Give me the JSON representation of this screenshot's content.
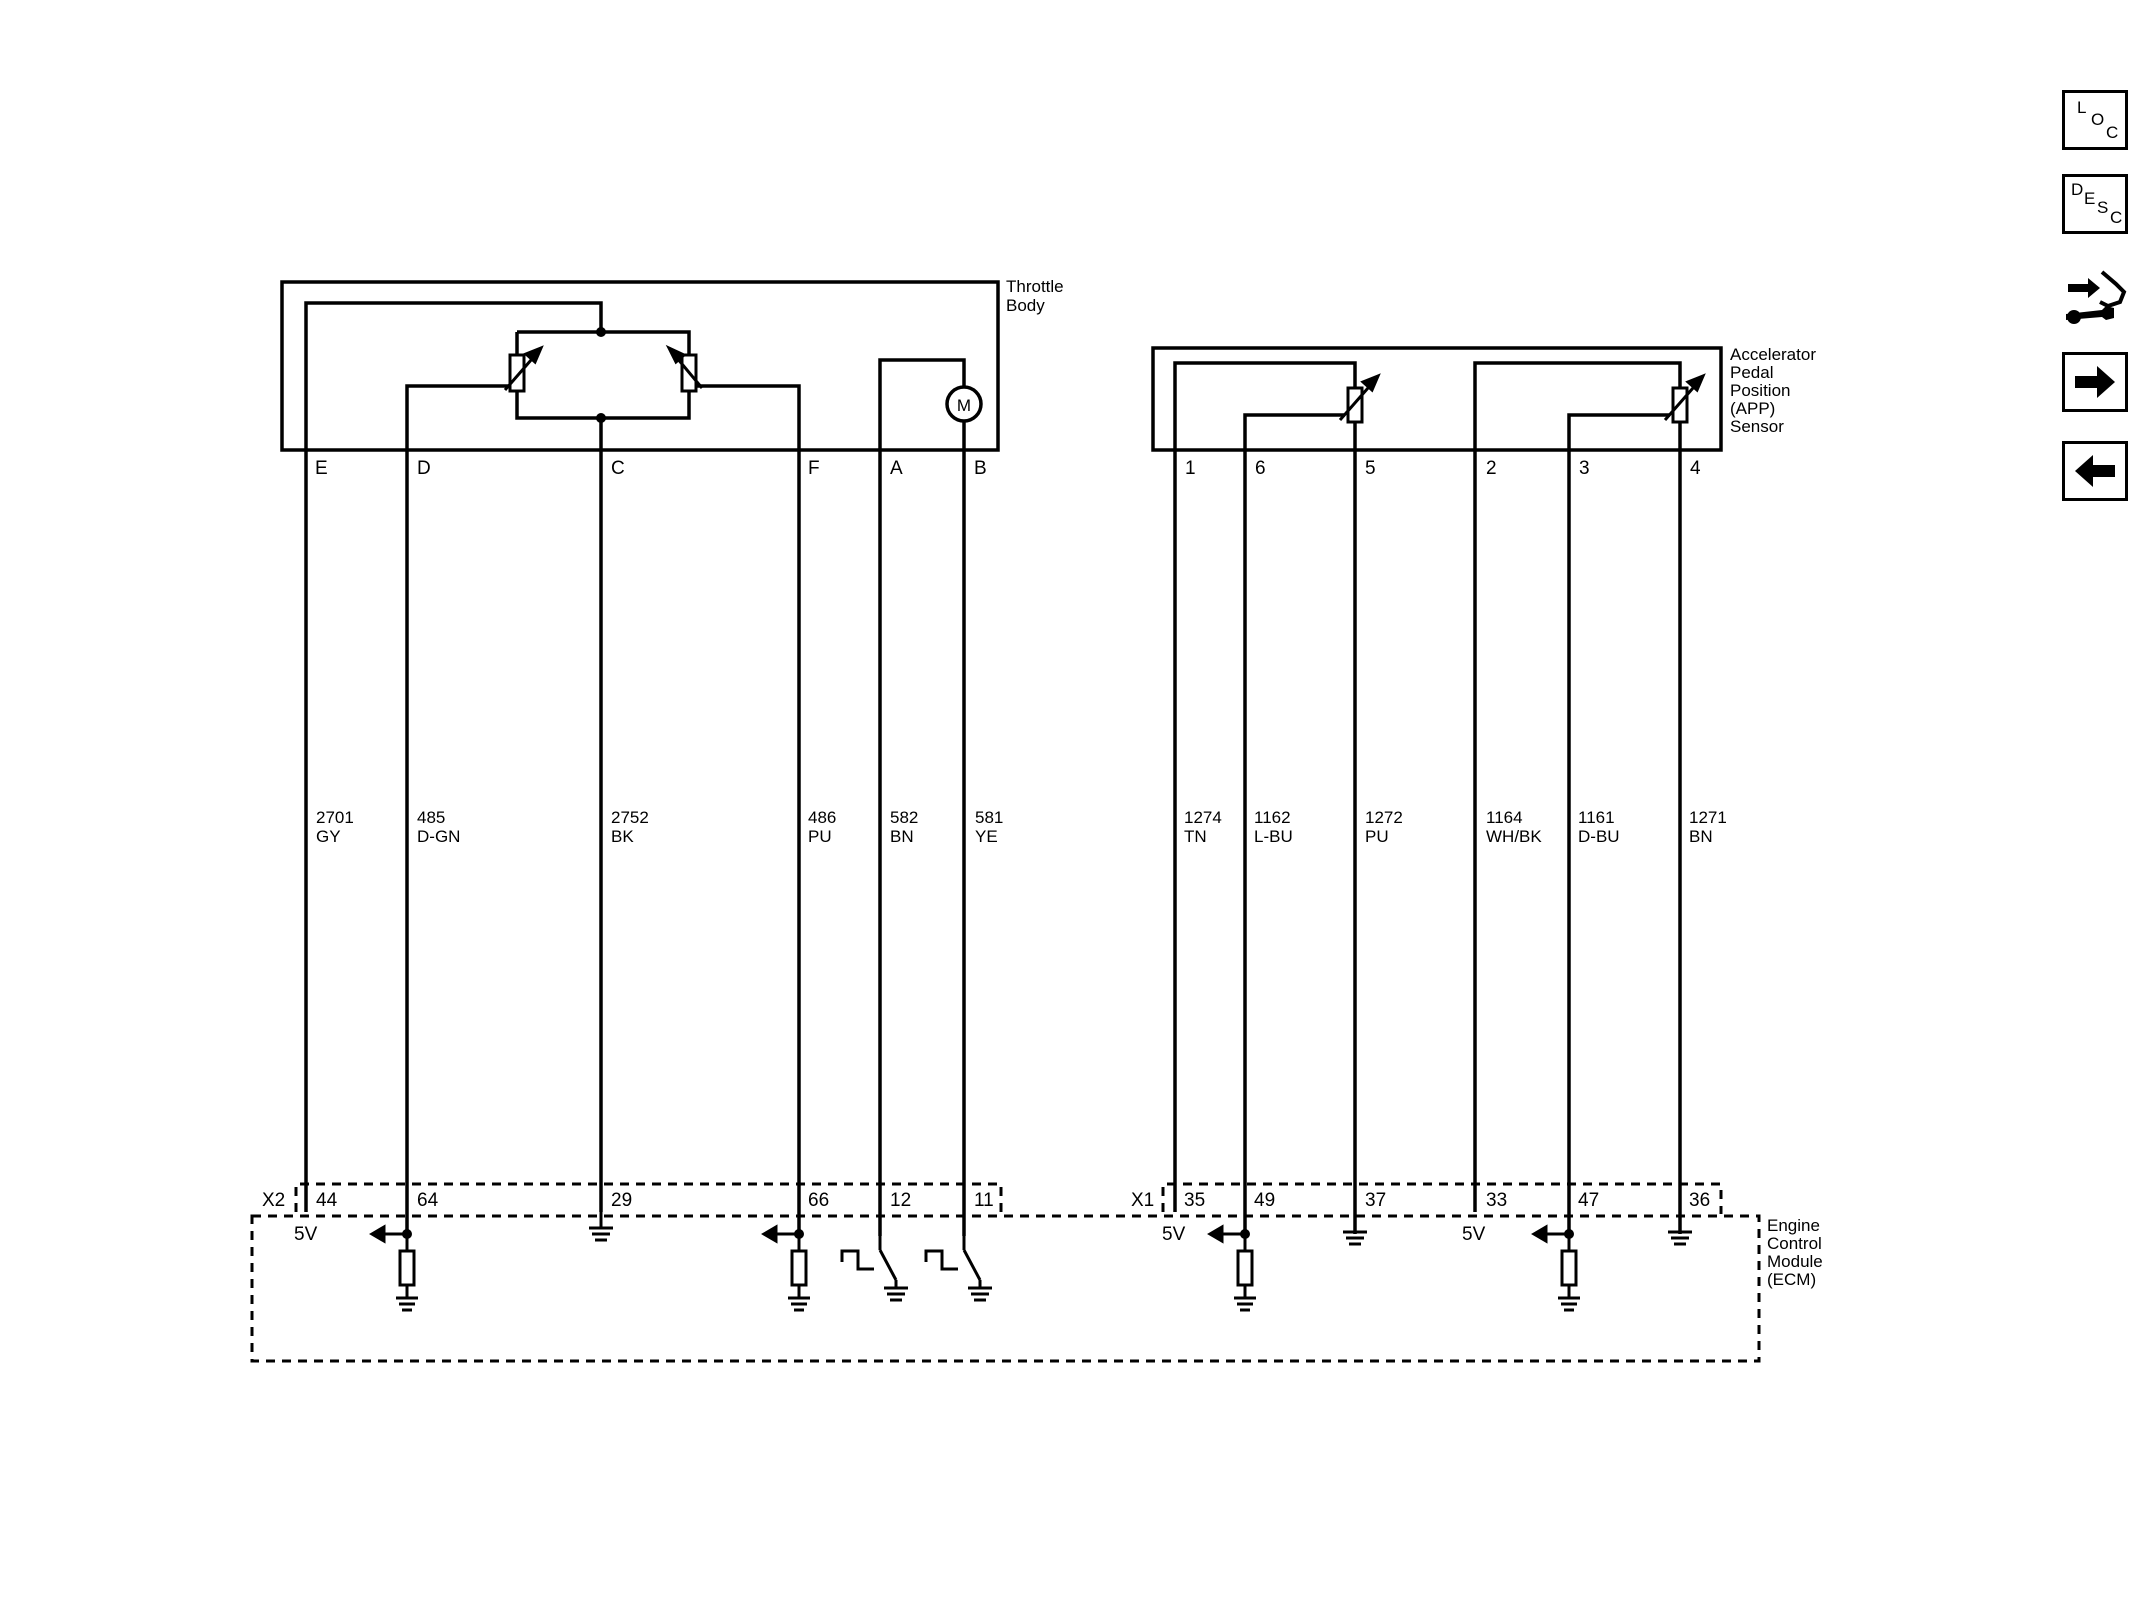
{
  "throttle_body": {
    "label_line1": "Throttle",
    "label_line2": "Body",
    "motor_symbol": "M",
    "pins": [
      "E",
      "D",
      "C",
      "F",
      "A",
      "B"
    ],
    "circuits": [
      {
        "number": "2701",
        "color": "GY"
      },
      {
        "number": "485",
        "color": "D-GN"
      },
      {
        "number": "2752",
        "color": "BK"
      },
      {
        "number": "486",
        "color": "PU"
      },
      {
        "number": "582",
        "color": "BN"
      },
      {
        "number": "581",
        "color": "YE"
      }
    ]
  },
  "app_sensor": {
    "label_lines": [
      "Accelerator",
      "Pedal",
      "Position",
      "(APP)",
      "Sensor"
    ],
    "pins": [
      "1",
      "6",
      "5",
      "2",
      "3",
      "4"
    ],
    "circuits": [
      {
        "number": "1274",
        "color": "TN"
      },
      {
        "number": "1162",
        "color": "L-BU"
      },
      {
        "number": "1272",
        "color": "PU"
      },
      {
        "number": "1164",
        "color": "WH/BK"
      },
      {
        "number": "1161",
        "color": "D-BU"
      },
      {
        "number": "1271",
        "color": "BN"
      }
    ]
  },
  "ecm": {
    "label_lines": [
      "Engine",
      "Control",
      "Module",
      "(ECM)"
    ],
    "connector_x2": {
      "name": "X2",
      "pins": [
        "44",
        "64",
        "29",
        "66",
        "12",
        "11"
      ]
    },
    "connector_x1": {
      "name": "X1",
      "pins": [
        "35",
        "49",
        "37",
        "33",
        "47",
        "36"
      ]
    },
    "reference_label": "5V"
  },
  "nav": {
    "loc": {
      "a": "L",
      "b": "O",
      "c": "C",
      "icon": "loc-icon"
    },
    "desc": {
      "a": "D",
      "b": "E",
      "c": "S",
      "d": "C",
      "icon": "desc-icon"
    },
    "connector_icon": "connector-wrench-icon",
    "next_icon": "arrow-right-icon",
    "prev_icon": "arrow-left-icon"
  }
}
